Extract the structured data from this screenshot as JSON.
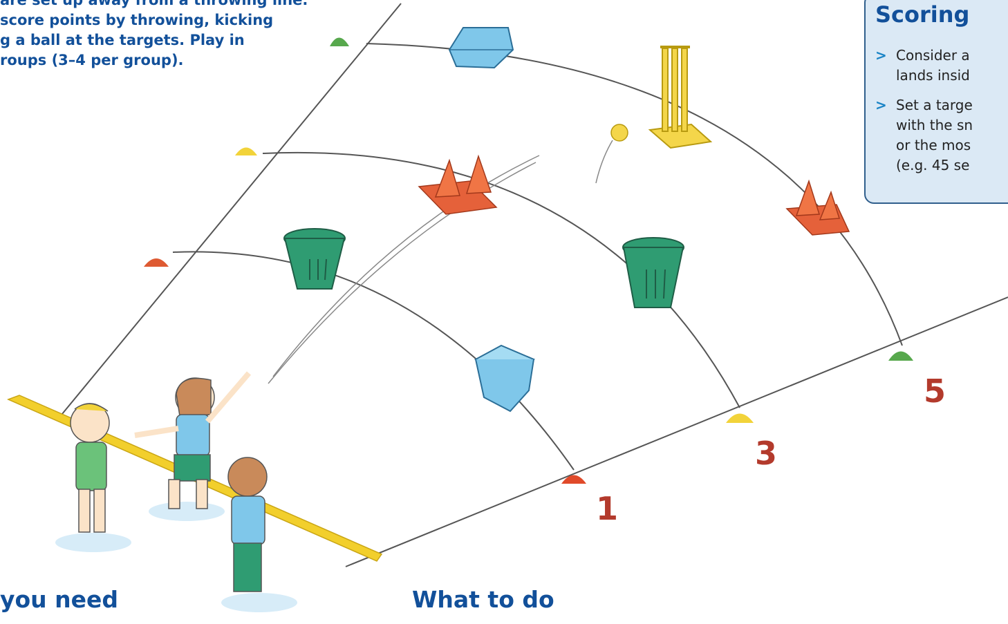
{
  "intro_lines": [
    "are set up away from a throwing line.",
    "score points by throwing, kicking",
    "g a ball at the targets. Play in",
    "roups (3–4 per group)."
  ],
  "scoring": {
    "title": "Scoring",
    "items": [
      {
        "bullet": ">",
        "lines": [
          "Consider a",
          "lands insid"
        ]
      },
      {
        "bullet": ">",
        "lines": [
          "Set a targe",
          "with the sn",
          "or the mos",
          "(e.g. 45 se"
        ]
      }
    ]
  },
  "zone_numbers": [
    "1",
    "3",
    "5"
  ],
  "headings": {
    "what_you_need": "you need",
    "what_to_do": "What to do"
  },
  "colors": {
    "heading_blue": "#12509a",
    "scoring_bg": "#dbe9f5",
    "number_red": "#b33a2c",
    "throw_line_yellow": "#f2cf2c"
  }
}
